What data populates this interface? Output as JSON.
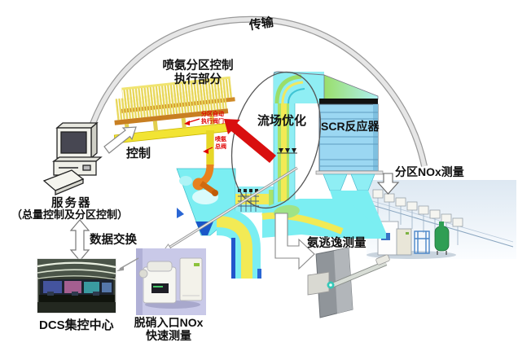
{
  "labels": {
    "transmission": "传输",
    "aig_title_1": "喷氨分区控制",
    "aig_title_2": "执行部分",
    "aig_valve_note_1": "分区自动",
    "aig_valve_note_2": "执行阀门",
    "aig_main_valve_1": "喷氨",
    "aig_main_valve_2": "总阀",
    "control": "控制",
    "flow_optimization": "流场优化",
    "scr_reactor": "SCR反应器",
    "zone_nox": "分区NOx测量",
    "server_name": "服务器",
    "server_subtitle": "（总量控制及分区控制）",
    "data_exchange": "数据交换",
    "dcs_center": "DCS集控中心",
    "inlet_nox_1": "脱硝入口NOx",
    "inlet_nox_2": "快速测量",
    "ammonia_slip": "氨逃逸测量"
  },
  "colors": {
    "arrow_red": "#d90f0f",
    "annotation_red": "#e00000",
    "duct_cyan": "#7beef2",
    "stream_yellow": "#f2ea55",
    "stream_green": "#a9e36b",
    "scr_body_blue": "#9bd7f2",
    "inlet_box_lavender": "#c9c9e8",
    "tank_green": "#2f9e54"
  }
}
